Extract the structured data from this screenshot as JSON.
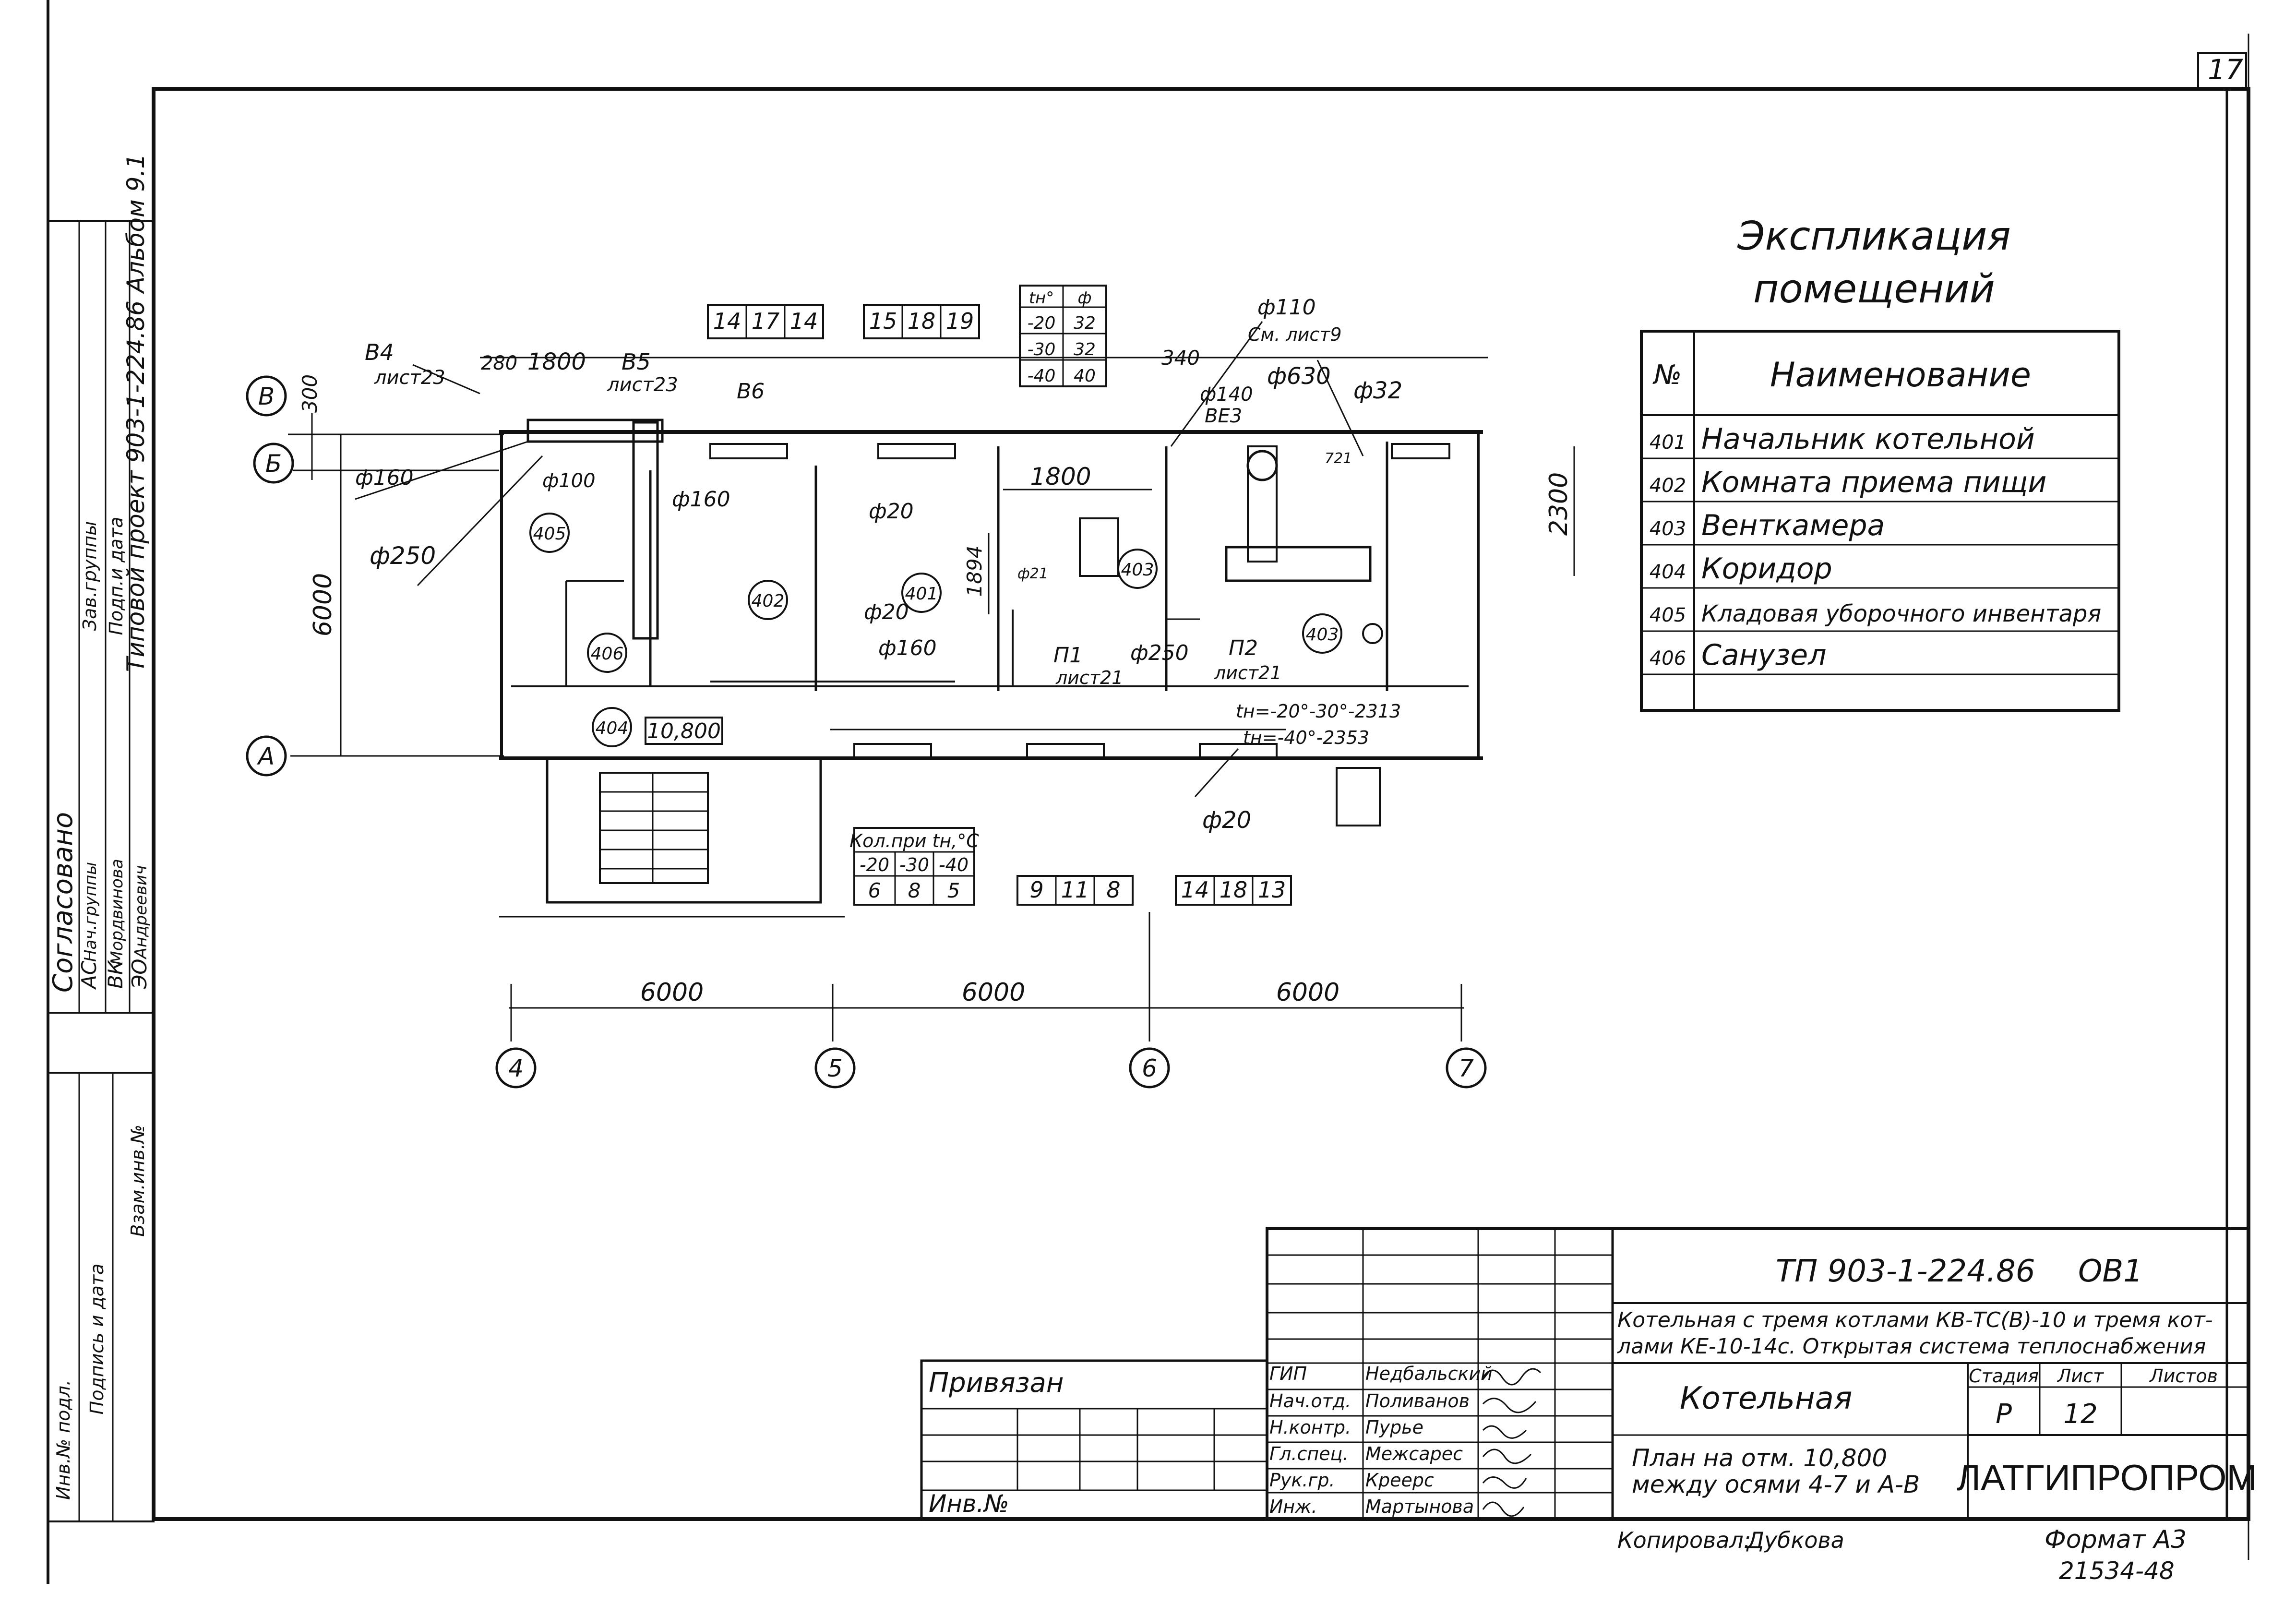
{
  "sheet": {
    "page_number": "17",
    "album_note": "Типовой проект 903-1-224.86 Альбом 9.1"
  },
  "left_stamp": {
    "agreed_title": "Согласовано",
    "rows": [
      {
        "dept": "АС",
        "role": "Нач.группы",
        "name": ""
      },
      {
        "dept": "ВК",
        "role": "Мордвинова",
        "name": ""
      },
      {
        "dept": "ЭО",
        "role": "Андреевич",
        "name": ""
      }
    ],
    "vert_top": "Зав.группы",
    "vert_mid": "Подп.и дата",
    "col1": "Инв.№ подл.",
    "col2": "Подпись и дата",
    "col3": "Взам.инв.№",
    "inv_label": "Инв.№"
  },
  "explication": {
    "title_line1": "Экспликация",
    "title_line2": "помещений",
    "col_no": "№",
    "col_name": "Наименование",
    "rows": [
      {
        "no": "401",
        "name": "Начальник котельной"
      },
      {
        "no": "402",
        "name": "Комната приема пищи"
      },
      {
        "no": "403",
        "name": "Венткамера"
      },
      {
        "no": "404",
        "name": "Коридор"
      },
      {
        "no": "405",
        "name": "Кладовая уборочного инвентаря"
      },
      {
        "no": "406",
        "name": "Санузел"
      }
    ]
  },
  "plan": {
    "axes_rows": [
      "В",
      "Б",
      "А"
    ],
    "axes_cols": [
      "4",
      "5",
      "6",
      "7"
    ],
    "dims_bottom": [
      "6000",
      "6000",
      "6000"
    ],
    "dim_left": "6000",
    "dim_left_top": "300",
    "dim_right": "2300",
    "dim_top_a": "280",
    "dim_top_b": "1800",
    "dim_top_c": "340",
    "dim_inner_a": "1800",
    "dim_inner_b": "1894",
    "room_tags": [
      "405",
      "402",
      "401",
      "403",
      "403",
      "406",
      "404"
    ],
    "elevation": "10,800",
    "pipes": {
      "b4": "В4",
      "b4_sheet": "лист23",
      "b5": "В5",
      "b5_sheet": "лист23",
      "b6": "В6",
      "d160a": "ф160",
      "d100": "ф100",
      "d160b": "ф160",
      "d250a": "ф250",
      "d20a": "ф20",
      "d20b": "ф20",
      "d160c": "ф160",
      "d250b": "ф250",
      "d110": "ф110",
      "d110_note": "См. лист9",
      "d140": "ф140",
      "ve3": "ВЕ3",
      "d630": "ф630",
      "d32": "ф32",
      "p1": "П1",
      "p1_sheet": "лист21",
      "p2": "П2",
      "p2_sheet": "лист21",
      "t1": "tн=-20°-30°-2313",
      "t2": "tн=-40°-2353",
      "d20c": "ф20",
      "small_a": "ф21",
      "small_b": "721"
    },
    "temp_table": {
      "head_t": "tн°",
      "head_d": "ф",
      "rows": [
        [
          "-20",
          "32"
        ],
        [
          "-30",
          "32"
        ],
        [
          "-40",
          "40"
        ]
      ]
    },
    "stamps_top_left": [
      "14",
      "17",
      "14"
    ],
    "stamps_top_mid": [
      "15",
      "18",
      "19"
    ],
    "stamps_bottom_a": [
      "9",
      "11",
      "8"
    ],
    "stamps_bottom_b": [
      "14",
      "18",
      "13"
    ],
    "kol_table": {
      "head": "Кол.при tн,°С",
      "temps": [
        "-20",
        "-30",
        "-40"
      ],
      "values": [
        "6",
        "8",
        "5"
      ]
    }
  },
  "title_block": {
    "project_code": "ТП 903-1-224.86",
    "sheet_code": "ОВ1",
    "description_line1": "Котельная с тремя котлами КВ-ТС(В)-10 и тремя кот-",
    "description_line2": "лами КЕ-10-14с. Открытая система теплоснабжения",
    "object": "Котельная",
    "stage_label": "Стадия",
    "sheet_label": "Лист",
    "sheets_label": "Листов",
    "stage": "Р",
    "sheet_no": "12",
    "sheets": "",
    "drawing_title_1": "План на отм. 10,800",
    "drawing_title_2": "между осями 4-7 и А-В",
    "org": "ЛАТГИПРОПРОМ",
    "privyazan": "Привязан",
    "inv_no": "Инв.№",
    "people": [
      {
        "role": "ГИП",
        "name": "Недбальский"
      },
      {
        "role": "Нач.отд.",
        "name": "Поливанов"
      },
      {
        "role": "Н.контр.",
        "name": "Пурье"
      },
      {
        "role": "Гл.спец.",
        "name": "Межсарес"
      },
      {
        "role": "Рук.гр.",
        "name": "Креерс"
      },
      {
        "role": "Инж.",
        "name": "Мартынова"
      }
    ],
    "copied_label": "Копировал:",
    "copied_by": "Дубкова",
    "format": "Формат А3",
    "archive_no": "21534-48"
  }
}
